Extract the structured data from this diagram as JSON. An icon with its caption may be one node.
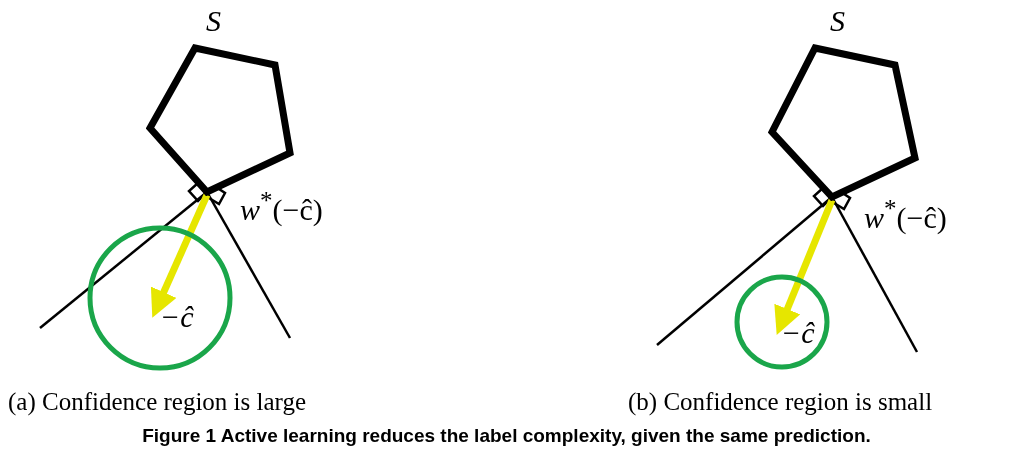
{
  "diagram": {
    "caption": "Figure 1 Active learning reduces the label complexity, given the same prediction.",
    "nodes": [
      {
        "text": [
          "S"
        ]
      },
      {
        "text": [
          "−ĉ"
        ]
      },
      {
        "text": [
          "S"
        ]
      },
      {
        "text": [
          "−ĉ"
        ]
      }
    ],
    "edges": [
      {
        "from": 0,
        "to": 1,
        "arrow": "to"
      },
      {
        "from": 2,
        "to": 3,
        "arrow": "to"
      }
    ],
    "labels": [
      "w$^{*}$(−ĉ)",
      "w$^{*}$(−ĉ)",
      "(a) Confidence region is large",
      "(b) Confidence region is small"
    ]
  }
}
